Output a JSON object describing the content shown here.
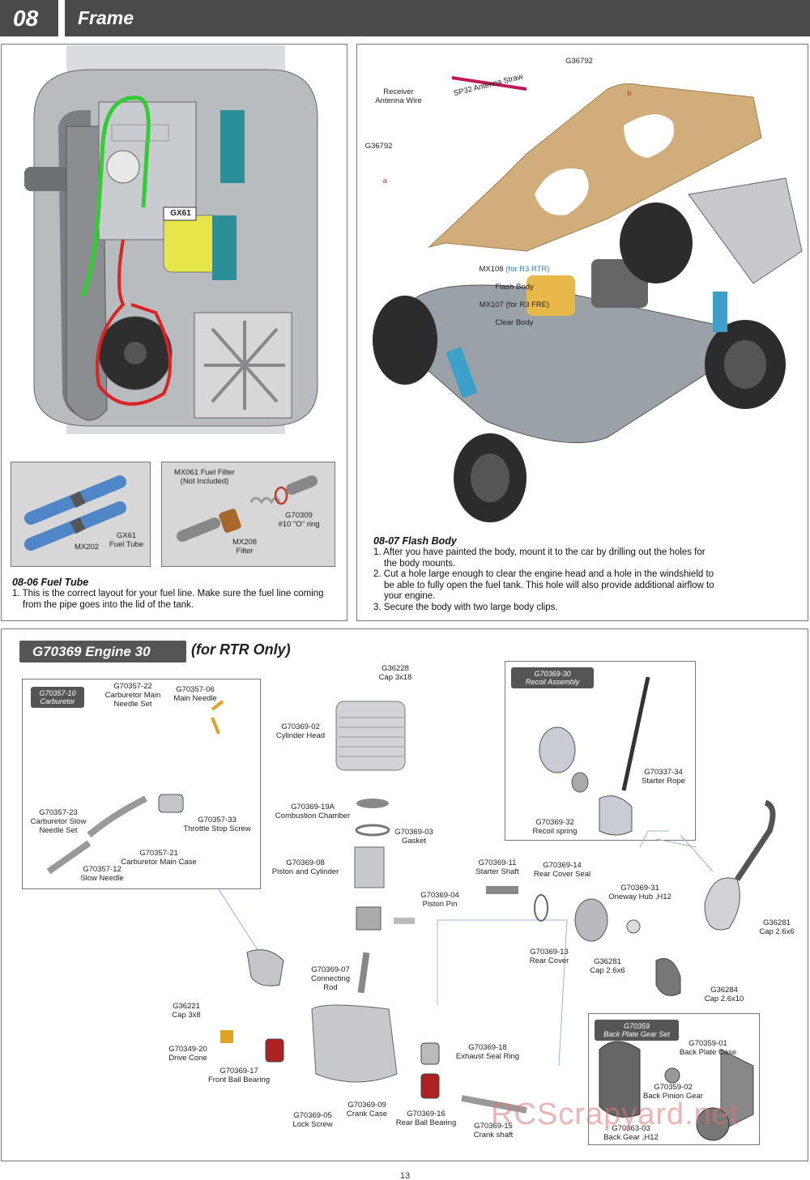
{
  "header": {
    "number": "08",
    "title": "Frame"
  },
  "fuel_tube": {
    "labels": {
      "gx61": "GX61",
      "mx202": "MX202",
      "gx61_tube": "GX61\nFuel Tube",
      "mx061": "MX061 Fuel Filter\n(Not Included)",
      "g70309": "G70309\n#10 \"O\" ring",
      "mx208": "MX208\nFilter"
    },
    "title": "08-06  Fuel Tube",
    "steps": [
      "1. This is the correct layout for your fuel line.  Make sure the fuel line coming from the pipe goes into the lid of the tank."
    ]
  },
  "flash_body": {
    "labels": {
      "g36792_top": "G36792",
      "receiver": "Receiver\nAntenna Wire",
      "straw": "SP32  Antenna Straw",
      "g36792_left": "G36792",
      "a": "a",
      "b": "b",
      "mx108_code": "MX108 ",
      "mx108_note": "(for R3 RTR)",
      "mx108_name": "Flash Body",
      "mx107_code": "MX107 ",
      "mx107_note": "(for R3 FRE)",
      "mx107_name": "Clear Body"
    },
    "title": "08-07 Flash Body",
    "steps": [
      "1. After you have painted the body, mount it to the car by drilling out the holes for the body mounts.",
      "2. Cut a hole large enough to clear the engine head and a hole in the windshield to be able to fully open the fuel tank.  This hole will also provide additional airflow to your engine.",
      "3. Secure the body with two large body clips."
    ]
  },
  "engine": {
    "title": "G70369  Engine 30",
    "subtitle": "(for RTR Only)",
    "carb_tag": "G70357-10\nCarburetor",
    "recoil_tag": "G70369-30\nRecoil Assembly",
    "backplate_tag": "G70359\nBack Plate Gear Set",
    "parts": [
      "G70357-22\nCarburetor Main\nNeedle Set",
      "G70357-06\nMain Needle",
      "G70357-23\nCarburetor Slow\nNeedle Set",
      "G70357-33\nThrottle Stop Screw",
      "G70357-21\nCarburetor Main Case",
      "G70357-12\nSlow Needle",
      "G36228\nCap 3x18",
      "G70369-02\nCylinder Head",
      "G70369-19A\nCombustion Chamber",
      "G70369-03\nGasket",
      "G70369-08\nPiston and Cylinder",
      "G70369-04\nPiston Pin",
      "G70369-07\nConnecting\nRod",
      "G36221\nCap 3x8",
      "G70349-20\nDrive Cone",
      "G70369-17\nFront Ball Bearing",
      "G70369-05\nLock Screw",
      "G70369-09\nCrank Case",
      "G70369-16\nRear Ball Bearing",
      "G70369-18\nExhaust Seal Ring",
      "G70369-15\nCrank shaft",
      "G70369-11\nStarter Shaft",
      "G70369-14\nRear Cover Seal",
      "G70369-31\nOneway Hub ,H12",
      "G70369-13\nRear Cover",
      "G36281\nCap 2.6x6",
      "G36284\nCap 2.6x10",
      "G70337-34\nStarter Rope",
      "G70369-32\nRecoil spring",
      "G36281\nCap 2.6x6",
      "G70359-01\nBack Plate Case",
      "G70359-02\nBack Pinion Gear",
      "G70363-03\nBack Gear ,H12"
    ]
  },
  "watermark": "RCScrapyard.net",
  "page_number": "13"
}
